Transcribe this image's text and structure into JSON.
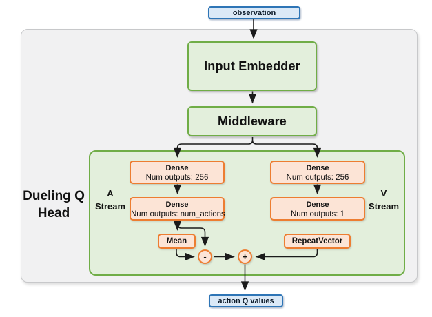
{
  "colors": {
    "blue_border": "#2e75b6",
    "blue_fill": "#dbe9f7",
    "green_border": "#70ad47",
    "green_fill": "#e3efdc",
    "orange_border": "#ed7d31",
    "orange_fill": "#fce4d6",
    "container_fill": "#f1f1f2",
    "arrow": "#1b1b1b"
  },
  "diagram": {
    "observation": {
      "label": "observation"
    },
    "action_q": {
      "label": "action Q values"
    },
    "input_embedder": {
      "label": "Input Embedder"
    },
    "middleware": {
      "label": "Middleware"
    },
    "head": {
      "title": [
        "Dueling Q",
        "Head"
      ],
      "a_stream": {
        "label": [
          "A",
          "Stream"
        ],
        "dense1": {
          "title": "Dense",
          "subtitle": "Num outputs: 256"
        },
        "dense2": {
          "title": "Dense",
          "subtitle": "Num outputs: num_actions"
        },
        "mean": {
          "label": "Mean"
        }
      },
      "v_stream": {
        "label": [
          "V",
          "Stream"
        ],
        "dense1": {
          "title": "Dense",
          "subtitle": "Num outputs: 256"
        },
        "dense2": {
          "title": "Dense",
          "subtitle": "Num outputs: 1"
        },
        "repeat_vector": {
          "label": "RepeatVector"
        }
      },
      "operators": {
        "subtract": "-",
        "add": "+"
      }
    }
  }
}
